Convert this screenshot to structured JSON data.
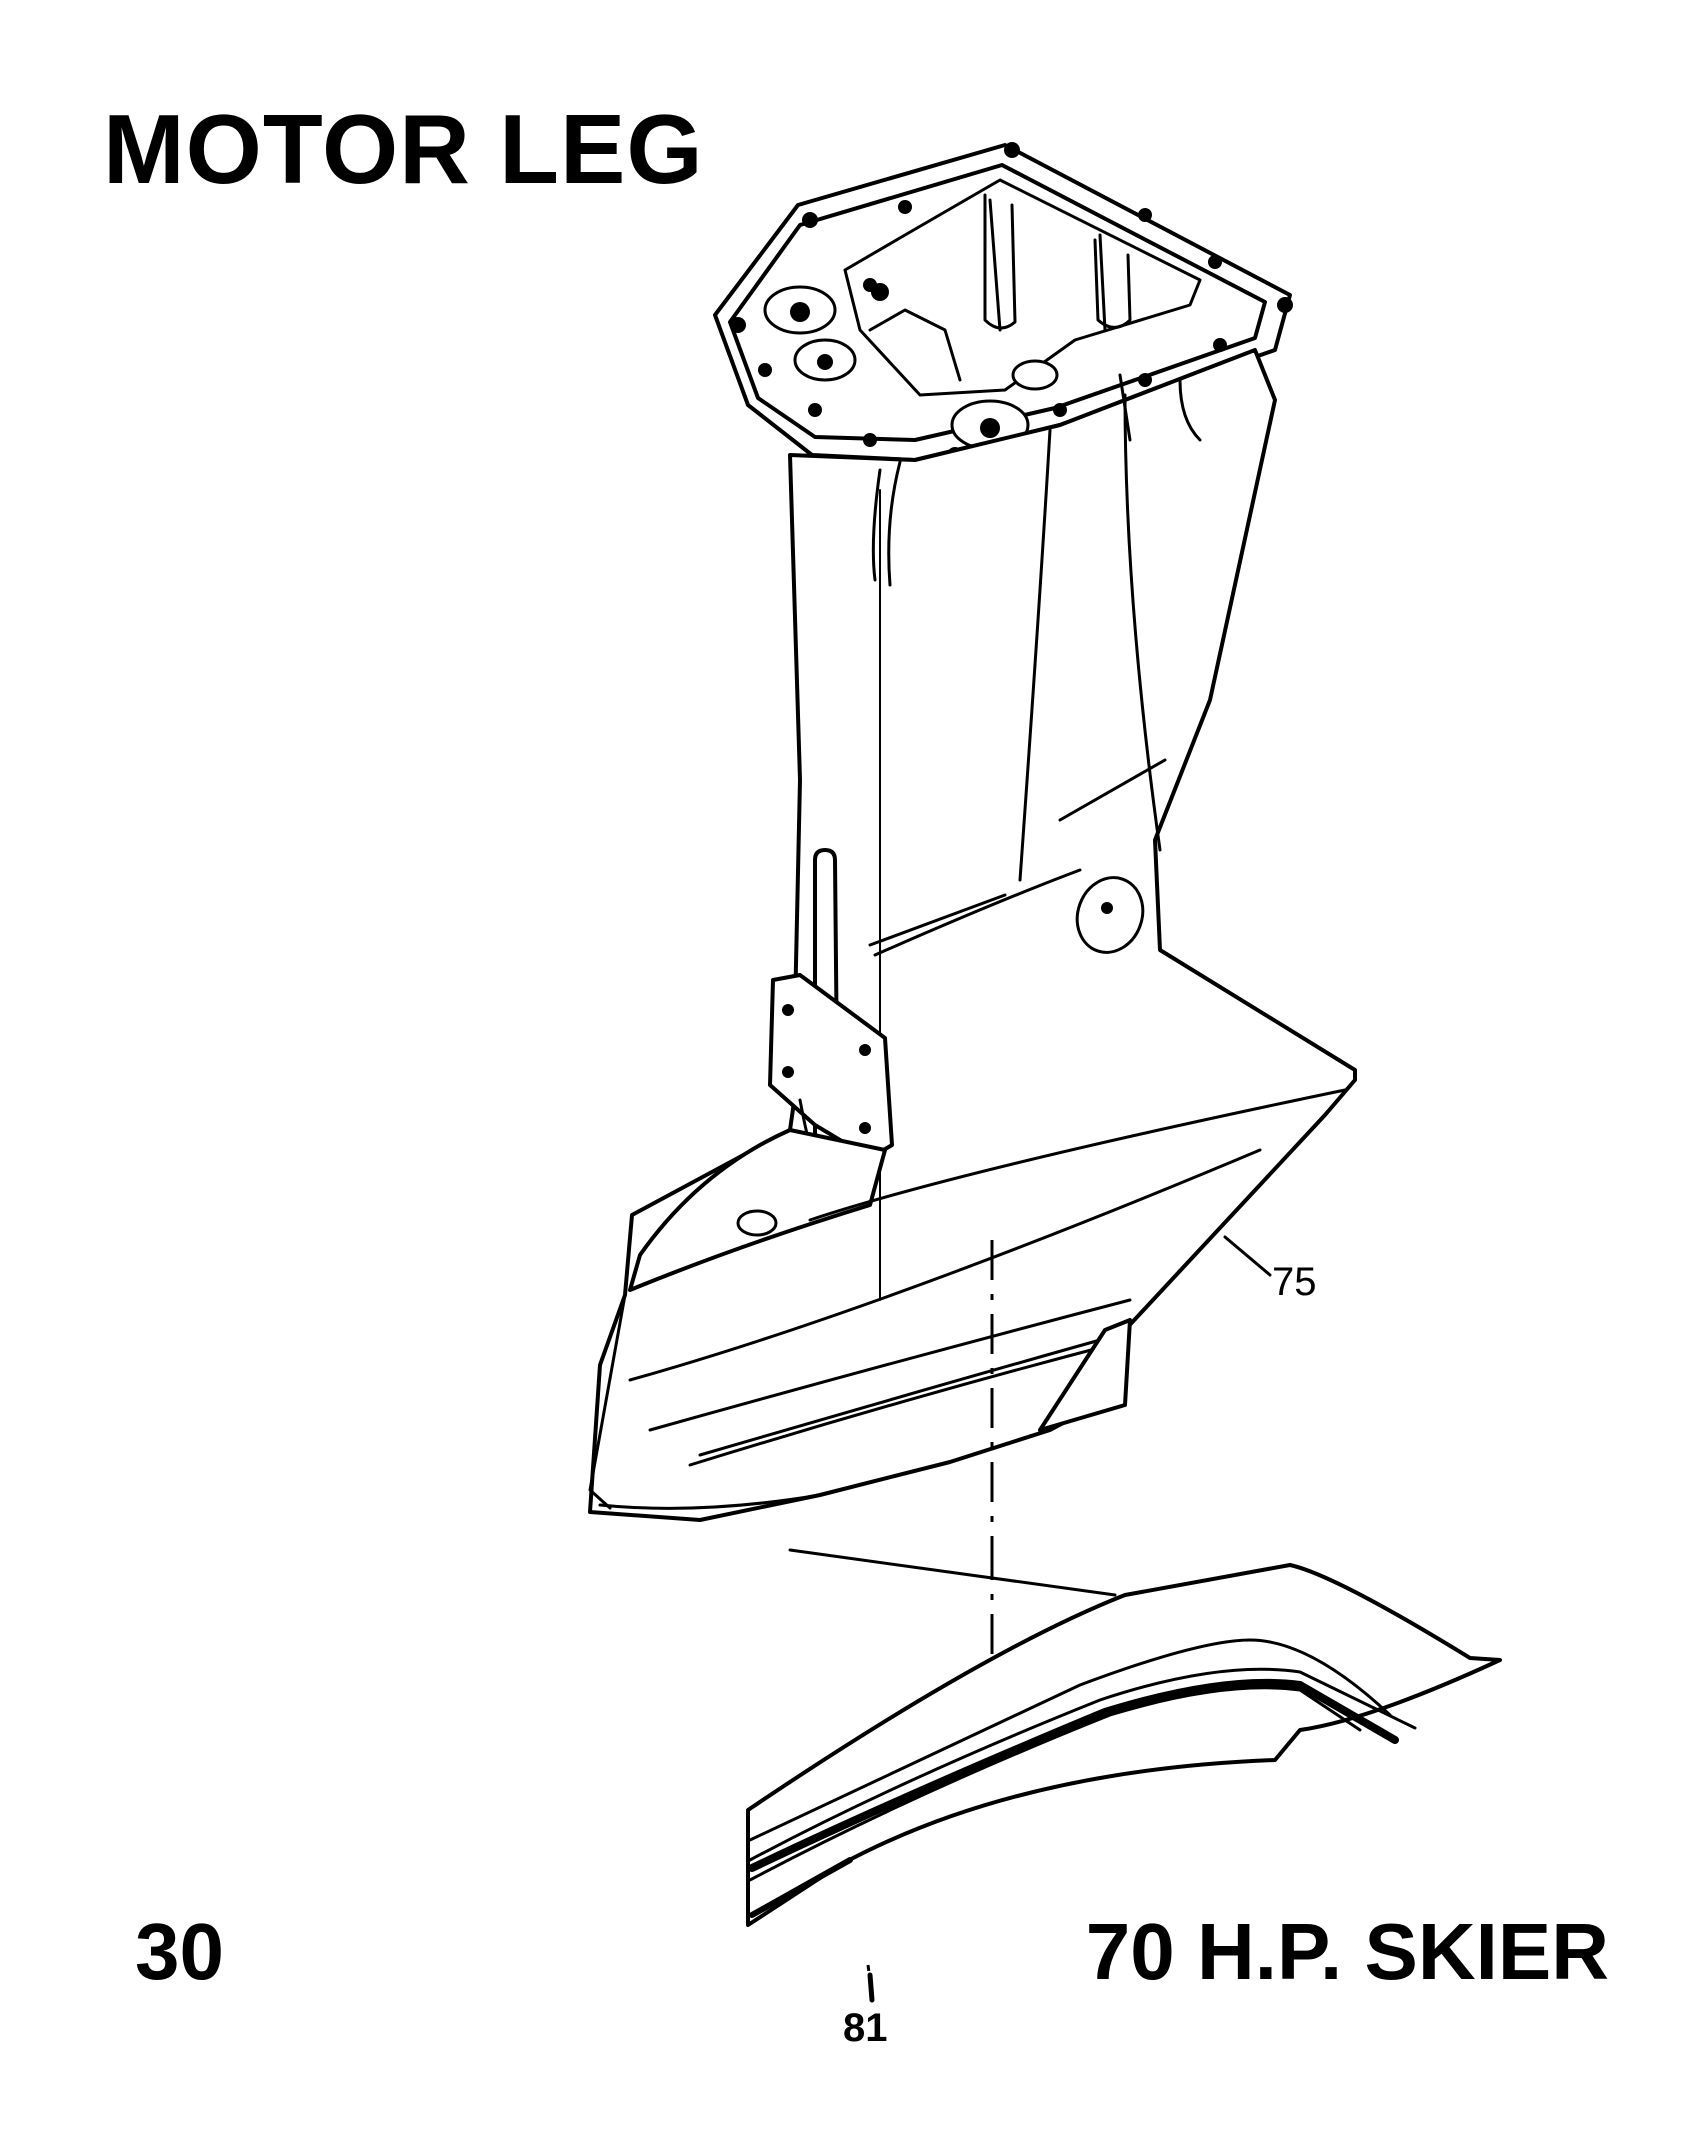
{
  "title": "MOTOR LEG",
  "callouts": {
    "c75": "75",
    "c81": "81"
  },
  "footer": {
    "page_number": "30",
    "model": "70 H.P. SKIER"
  }
}
